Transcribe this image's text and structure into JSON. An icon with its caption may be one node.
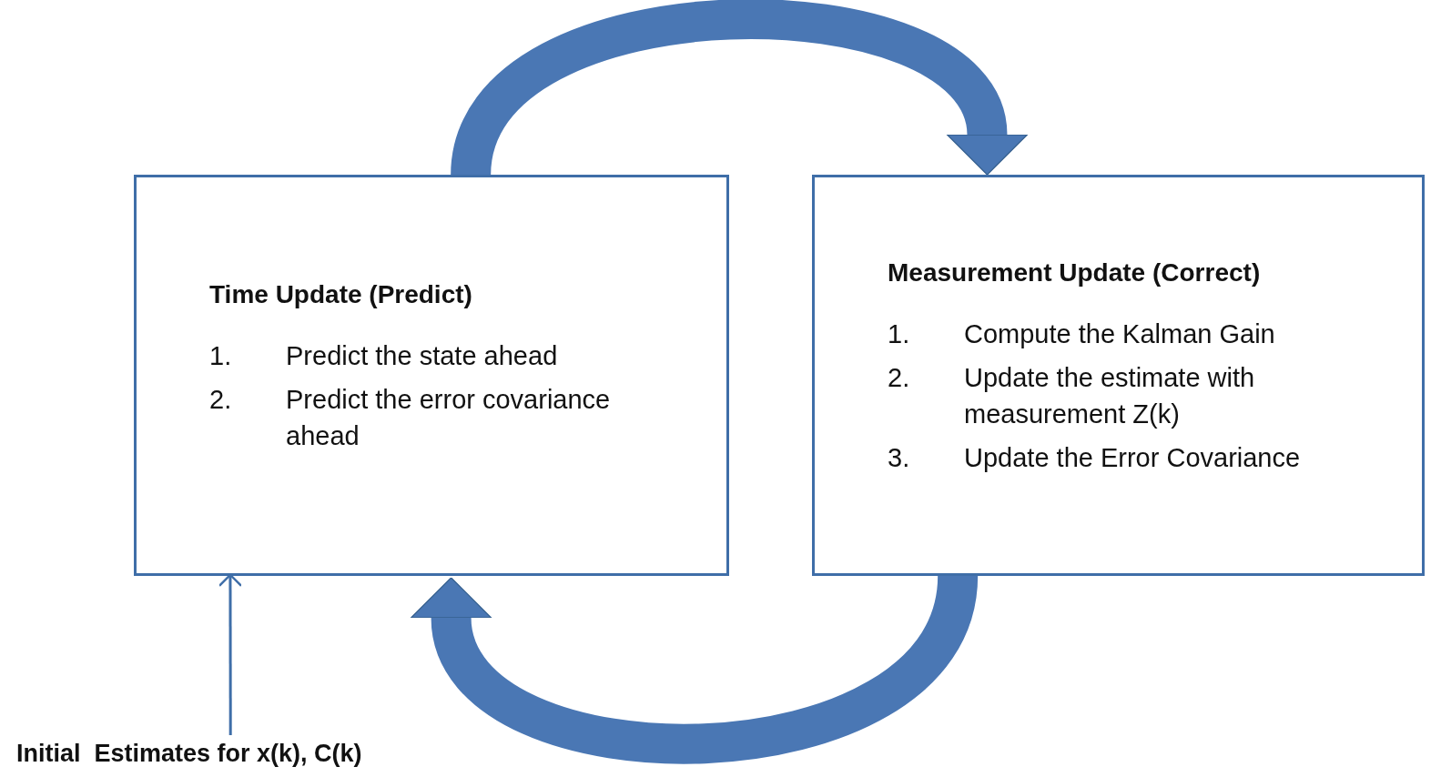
{
  "diagram": {
    "nodes": [
      {
        "text": [
          "Time Update (Predict)",
          "1.",
          "Predict the state ahead",
          "2.",
          "Predict the error covariance ahead"
        ]
      },
      {
        "text": [
          "Measurement Update (Correct)",
          "1.",
          "Compute the Kalman Gain",
          "2.",
          "Update the estimate with measurement Z(k)",
          "3.",
          "Update the Error Covariance"
        ]
      },
      {
        "text": [
          "Initial  Estimates for x(k), C(k)"
        ]
      }
    ],
    "edges": [
      {
        "from": 0,
        "to": 1,
        "arrow": "to"
      },
      {
        "from": 1,
        "to": 0,
        "arrow": "to"
      },
      {
        "from": 2,
        "to": 0,
        "arrow": "to"
      }
    ]
  }
}
